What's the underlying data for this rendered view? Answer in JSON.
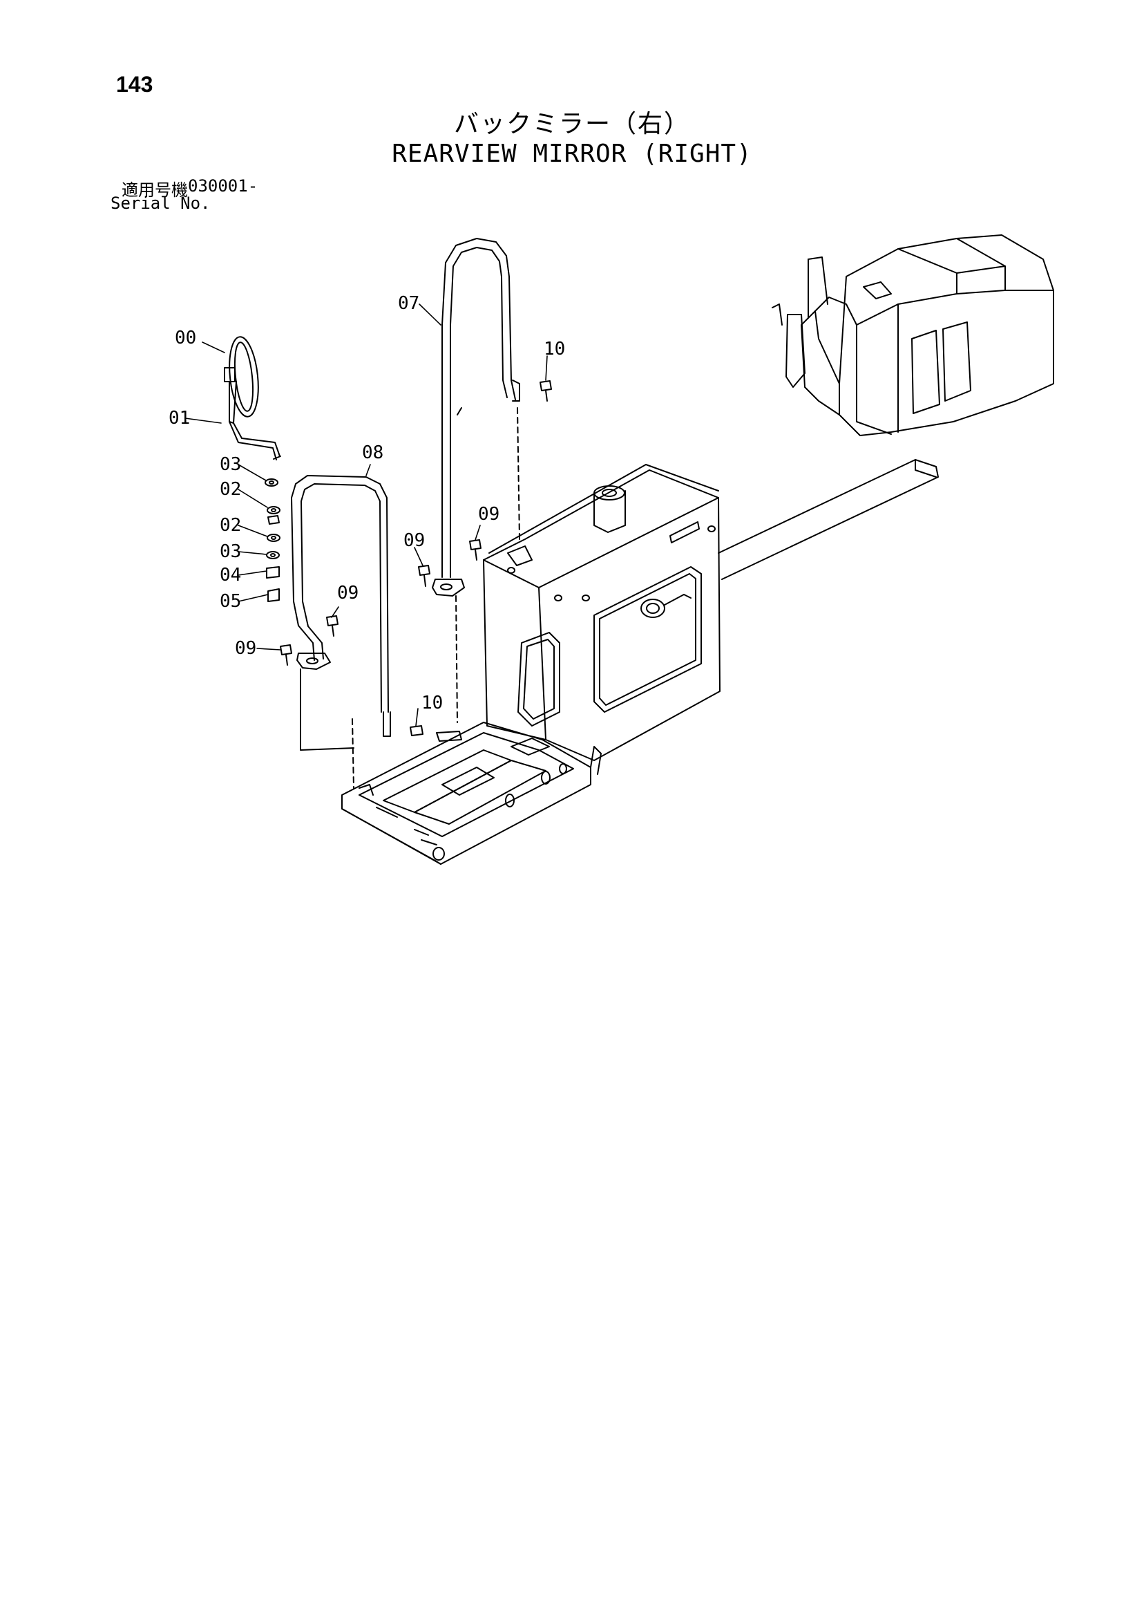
{
  "page": {
    "number": "143",
    "title_jp": "バックミラー（右）",
    "title_en": "REARVIEW MIRROR (RIGHT)",
    "serial_label_jp": "適用号機",
    "serial_range": "030001-",
    "serial_label_en": "Serial No."
  },
  "callouts": [
    {
      "label": "00"
    },
    {
      "label": "01"
    },
    {
      "label": "03"
    },
    {
      "label": "02"
    },
    {
      "label": "02"
    },
    {
      "label": "03"
    },
    {
      "label": "04"
    },
    {
      "label": "05"
    },
    {
      "label": "09"
    },
    {
      "label": "09"
    },
    {
      "label": "08"
    },
    {
      "label": "10"
    },
    {
      "label": "07"
    },
    {
      "label": "10"
    },
    {
      "label": "09"
    },
    {
      "label": "09"
    }
  ],
  "colors": {
    "ink": "#000000",
    "paper": "#ffffff"
  }
}
